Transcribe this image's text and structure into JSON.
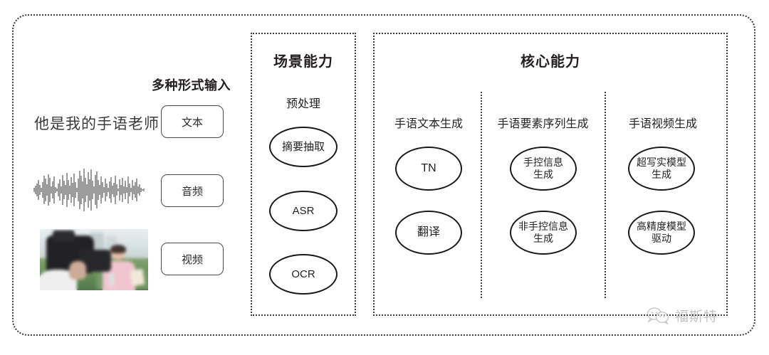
{
  "diagram": {
    "input_section": {
      "heading": "多种形式输入",
      "sample_sentence": "他是我的手语老师",
      "waveform_icon": "audio-waveform-icon",
      "video_thumbnail_icon": "video-thumbnail-image",
      "modalities": [
        {
          "label": "文本",
          "name": "text"
        },
        {
          "label": "音频",
          "name": "audio"
        },
        {
          "label": "视频",
          "name": "video"
        }
      ]
    },
    "scene_panel": {
      "title": "场景能力",
      "group_label": "预处理",
      "nodes": [
        {
          "label": "摘要抽取"
        },
        {
          "label": "ASR"
        },
        {
          "label": "OCR"
        }
      ]
    },
    "core_panel": {
      "title": "核心能力",
      "columns": [
        {
          "header": "手语文本生成",
          "nodes": [
            {
              "line1": "TN",
              "line2": ""
            },
            {
              "line1": "翻译",
              "line2": ""
            }
          ]
        },
        {
          "header": "手语要素序列生成",
          "nodes": [
            {
              "line1": "手控信息",
              "line2": "生成"
            },
            {
              "line1": "非手控信息",
              "line2": "生成"
            }
          ]
        },
        {
          "header": "手语视频生成",
          "nodes": [
            {
              "line1": "超写实模型",
              "line2": "生成"
            },
            {
              "line1": "高精度模型",
              "line2": "驱动"
            }
          ]
        }
      ]
    },
    "watermark": {
      "text": "福斯特",
      "icon": "wechat-icon"
    },
    "colors": {
      "background": "#ffffff",
      "border": "#3c3c3c",
      "node_stroke": "#1a1a1a",
      "text": "#231f20",
      "watermark": "#7a7a7a"
    }
  }
}
